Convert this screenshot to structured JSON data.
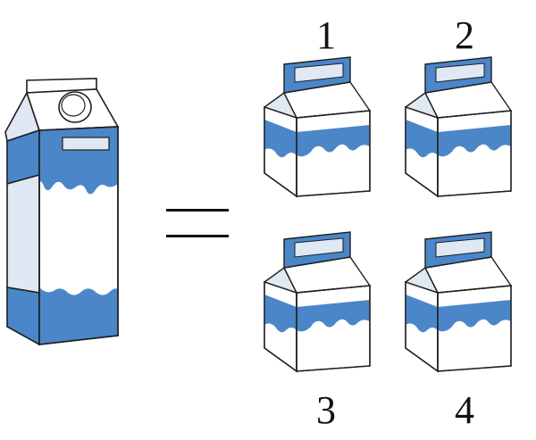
{
  "colors": {
    "milk_blue": "#4a86c8",
    "light_blue": "#dfe8f3",
    "outline": "#1e1e1e",
    "white": "#ffffff",
    "equals": "#111111"
  },
  "small_cartons": [
    {
      "label": "1"
    },
    {
      "label": "2"
    },
    {
      "label": "3"
    },
    {
      "label": "4"
    }
  ],
  "icons": [
    "large-milk-carton",
    "equals-sign",
    "small-milk-carton"
  ]
}
